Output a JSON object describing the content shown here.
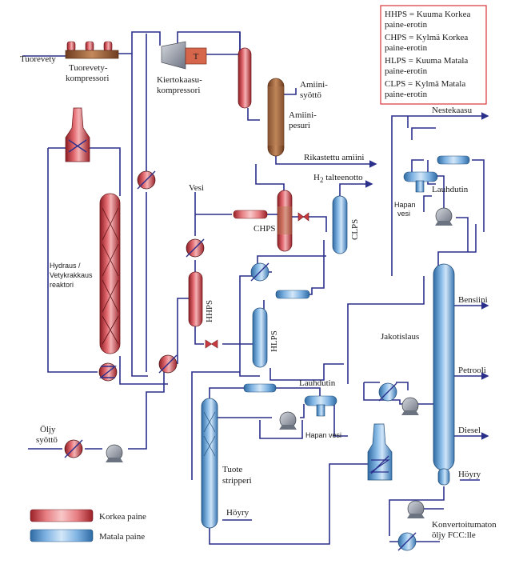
{
  "legend_box": {
    "hhps": "HHPS = Kuuma Korkea",
    "hhps2": "paine-erotin",
    "chps": "CHPS = Kylmä Korkea",
    "chps2": "paine-erotin",
    "hlps": "HLPS = Kuuma Matala",
    "hlps2": "paine-erotin",
    "clps": "CLPS = Kylmä Matala",
    "clps2": "paine-erotin"
  },
  "labels": {
    "tuorevety": "Tuorevety",
    "tuorevety_komp1": "Tuorevety-",
    "tuorevety_komp2": "kompressori",
    "kierto1": "Kiertokaasu-",
    "kierto2": "kompressori",
    "amiini_syotto1": "Amiini-",
    "amiini_syotto2": "syöttö",
    "amiini_pesuri1": "Amiini-",
    "amiini_pesuri2": "pesuri",
    "rikastettu": "Rikastettu amiini",
    "h2_talteenotto_h": "H",
    "h2_talteenotto_sub": "2",
    "h2_talteenotto": " talteenotto",
    "nestekaasu": "Nestekaasu",
    "vesi": "Vesi",
    "chps": "CHPS",
    "clps": "CLPS",
    "hhps": "HHPS",
    "hlps": "HLPS",
    "lauhdutin_top": "Lauhdutin",
    "hapan_vesi_top1": "Hapan",
    "hapan_vesi_top2": "vesi",
    "hydraus1": "Hydraus /",
    "hydraus2": "Vetykrakkaus",
    "hydraus3": "reaktori",
    "bensiini": "Bensiini",
    "jakotislaus": "Jakotislaus",
    "petrooli": "Petrooli",
    "diesel": "Diesel",
    "hoyry_right": "Höyry",
    "lauhdutin_mid": "Lauhdutin",
    "hapan_vesi_mid": "Hapan vesi",
    "oljy_syotto1": "Öljy",
    "oljy_syotto2": "syöttö",
    "tuote1": "Tuote",
    "tuote2": "stripperi",
    "hoyry_left": "Höyry",
    "konvertoitumaton1": "Konvertoitumaton",
    "konvertoitumaton2": "öljy FCC:lle",
    "t_label": "T"
  },
  "key": {
    "high": "Korkea paine",
    "low": "Matala paine"
  },
  "colors": {
    "pipe": "#2b2f8c",
    "red_vessel": "#c0303a",
    "blue_vessel": "#5b9bd5",
    "legend_border": "#d9343a"
  }
}
